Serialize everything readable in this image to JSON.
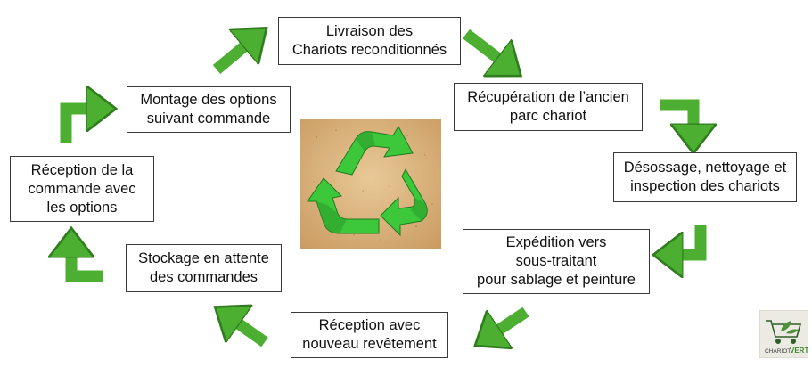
{
  "steps": {
    "livraison": "Livraison des\nChariots reconditionnés",
    "recuperation": "Récupération de l’ancien\nparc chariot",
    "desossage": "Désossage, nettoyage et\ninspection des chariots",
    "expedition": "Expédition vers\nsous-traitant\npour sablage et peinture",
    "reception_revetement": "Réception avec\nnouveau revêtement",
    "stockage": "Stockage en attente\ndes commandes",
    "reception_commande": "Réception de la\ncommande avec\nles options",
    "montage": "Montage des options\nsuivant commande"
  },
  "logo": {
    "line1": "CHARIOT",
    "line2": "VERT"
  },
  "colors": {
    "arrow": "#4caf32",
    "arrow_outline": "#2f7d1c",
    "recycle": "#3cc83a",
    "bg_photo": "#d8b07a"
  },
  "icons": {
    "center": "recycle-icon",
    "logo": "shopping-cart-icon"
  }
}
